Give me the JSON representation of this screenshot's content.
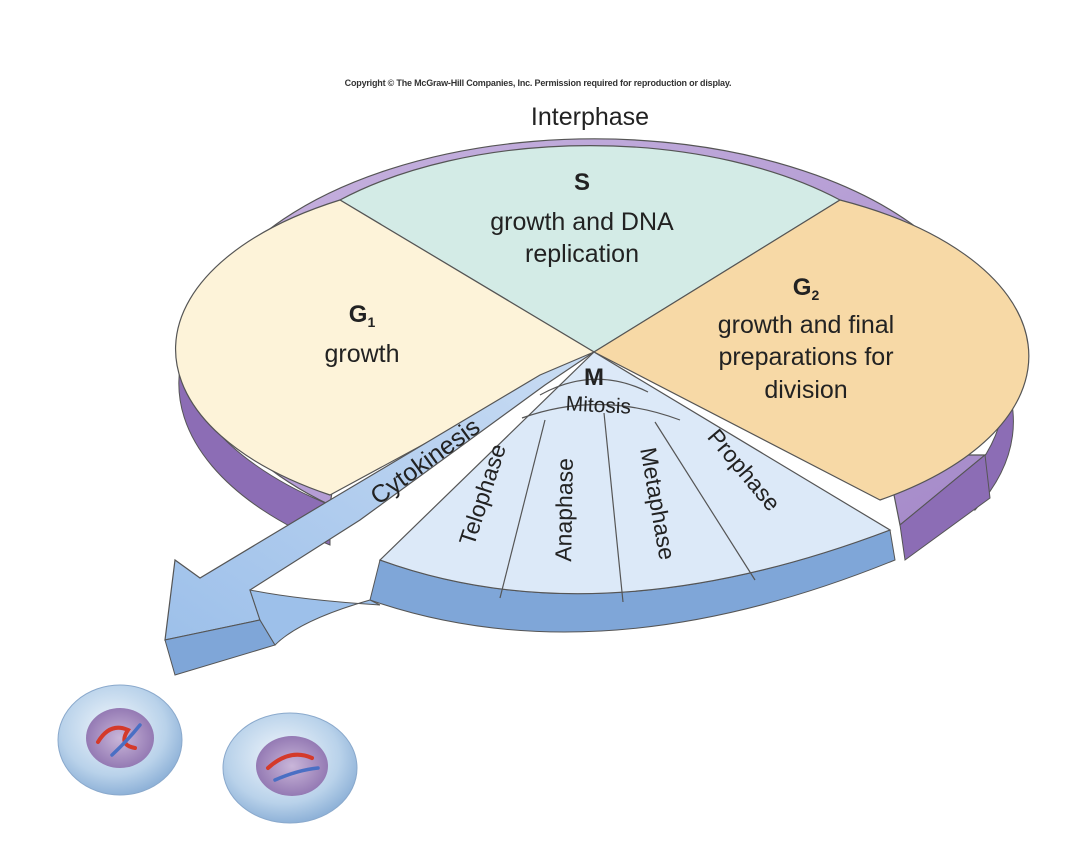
{
  "copyright": "Copyright © The McGraw-Hill Companies, Inc. Permission required for reproduction or display.",
  "interphase": "Interphase",
  "s_phase": {
    "letter": "S",
    "line1": "growth and DNA",
    "line2": "replication"
  },
  "g1_phase": {
    "letter": "G",
    "sub": "1",
    "line1": "growth"
  },
  "g2_phase": {
    "letter": "G",
    "sub": "2",
    "line1": "growth and final",
    "line2": "preparations for",
    "line3": "division"
  },
  "m_phase": {
    "letter": "M",
    "mitosis": "Mitosis"
  },
  "cytokinesis": "Cytokinesis",
  "phases": [
    "Telophase",
    "Anaphase",
    "Metaphase",
    "Prophase"
  ],
  "colors": {
    "s_fill": "#d3ebe6",
    "g1_fill": "#fdf3d9",
    "g2_fill": "#f7d9a6",
    "interphase_arrow": "#b9a3d6",
    "interphase_side": "#8c6db5",
    "mitosis_fill": "#dce9f8",
    "mitosis_side": "#7fa6d8",
    "outline": "#555555"
  }
}
